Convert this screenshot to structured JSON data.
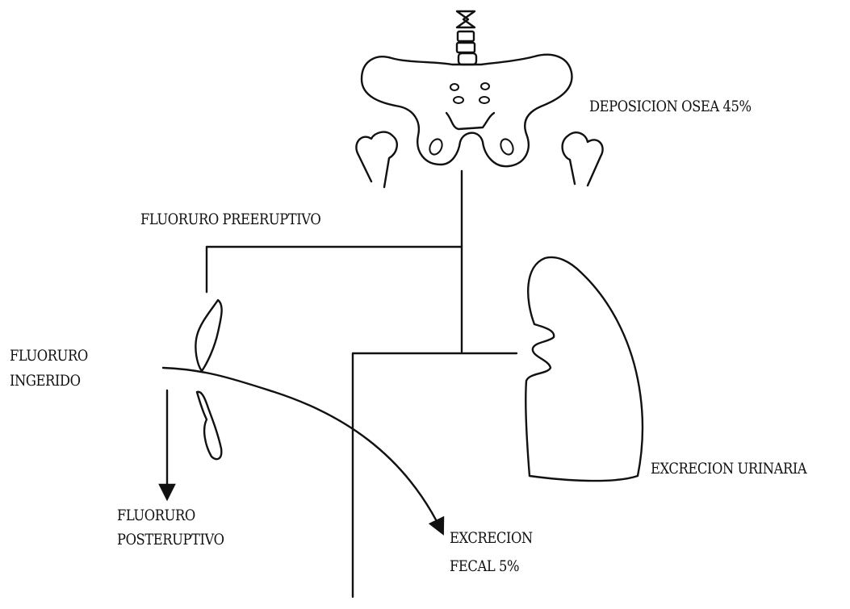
{
  "labels": {
    "bone_deposition": "DEPOSICION OSEA 45%",
    "preeruptive": "FLUORURO PREERUPTIVO",
    "ingested_line1": "FLUORURO",
    "ingested_line2": "INGERIDO",
    "posteruptive_line1": "FLUORURO",
    "posteruptive_line2": "POSTERUPTIVO",
    "fecal_line1": "EXCRECION",
    "fecal_line2": "FECAL  5%",
    "urinary": "EXCRECION URINARIA"
  },
  "icons": {
    "spine": "vertebrae-icon",
    "pelvis": "pelvis-icon",
    "femurs": "femur-icon",
    "tooth": "tooth-icon",
    "kidney": "kidney-icon"
  },
  "colors": {
    "ink": "#111111",
    "background": "#ffffff"
  }
}
